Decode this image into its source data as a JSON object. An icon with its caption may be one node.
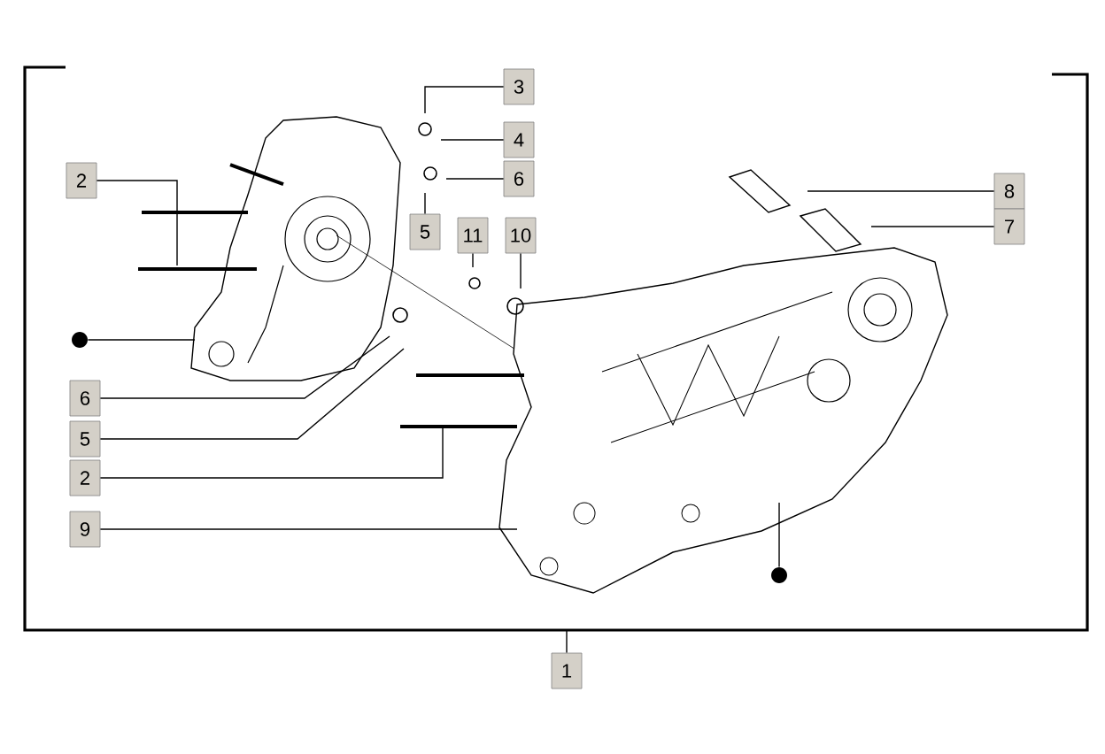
{
  "diagram": {
    "nodes": [
      {
        "text": [
          "3"
        ]
      },
      {
        "text": [
          "4"
        ]
      },
      {
        "text": [
          "6"
        ]
      },
      {
        "text": [
          "5"
        ]
      },
      {
        "text": [
          "11"
        ]
      },
      {
        "text": [
          "10"
        ]
      },
      {
        "text": [
          "8"
        ]
      },
      {
        "text": [
          "7"
        ]
      },
      {
        "text": [
          "2"
        ]
      },
      {
        "text": [
          "6"
        ]
      },
      {
        "text": [
          "5"
        ]
      },
      {
        "text": [
          "2"
        ]
      },
      {
        "text": [
          "9"
        ]
      },
      {
        "text": [
          "1"
        ]
      },
      {
        "text": [],
        "shape": "circle"
      },
      {
        "text": [],
        "shape": "circle"
      }
    ],
    "edges": [
      {
        "from": 0,
        "to": null,
        "arrow": "none"
      },
      {
        "from": 1,
        "to": null,
        "arrow": "none"
      },
      {
        "from": 2,
        "to": null,
        "arrow": "none"
      },
      {
        "from": 3,
        "to": null,
        "arrow": "none"
      },
      {
        "from": 4,
        "to": null,
        "arrow": "none"
      },
      {
        "from": 5,
        "to": null,
        "arrow": "none"
      },
      {
        "from": 6,
        "to": null,
        "arrow": "none"
      },
      {
        "from": 7,
        "to": null,
        "arrow": "none"
      },
      {
        "from": 8,
        "to": null,
        "arrow": "none"
      },
      {
        "from": 9,
        "to": null,
        "arrow": "none"
      },
      {
        "from": 10,
        "to": null,
        "arrow": "none"
      },
      {
        "from": 11,
        "to": null,
        "arrow": "none"
      },
      {
        "from": 12,
        "to": null,
        "arrow": "none"
      },
      {
        "from": 13,
        "to": null,
        "arrow": "none"
      },
      {
        "from": 14,
        "to": null,
        "arrow": "none"
      },
      {
        "from": 15,
        "to": null,
        "arrow": "none"
      }
    ]
  }
}
